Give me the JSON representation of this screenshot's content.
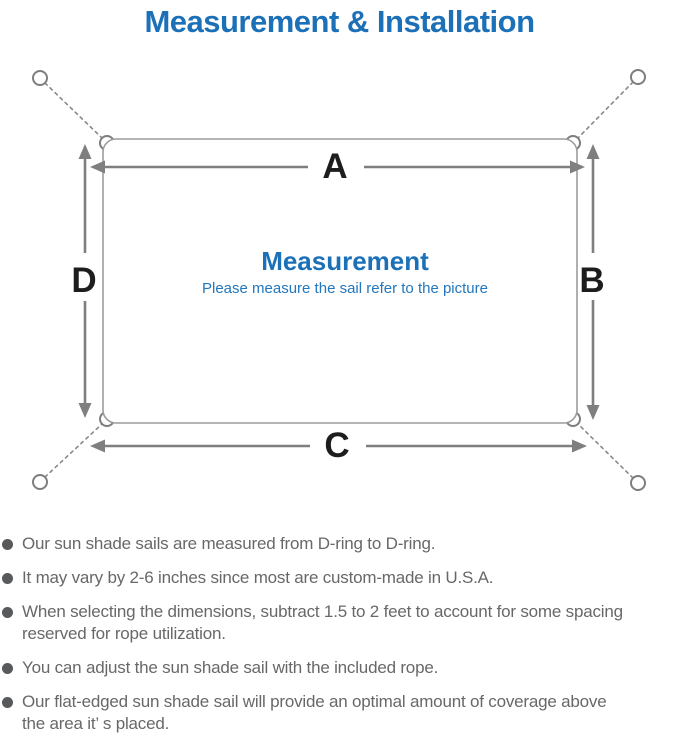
{
  "title": "Measurement & Installation",
  "diagram": {
    "side_labels": {
      "top": "A",
      "right": "B",
      "bottom": "C",
      "left": "D"
    },
    "center_heading": "Measurement",
    "center_subheading": "Please measure the sail refer to the picture"
  },
  "colors": {
    "title_blue": "#1b70b8",
    "subheading_blue": "#2277bd",
    "label_black": "#1d1d1d",
    "sail_outline_gray": "#9c9c9c",
    "arrow_gray": "#7f7f7f",
    "note_text_gray": "#686868",
    "note_bullet_gray": "#58595b"
  },
  "notes": [
    {
      "text": "Our sun shade sails are measured from D-ring to D-ring."
    },
    {
      "text": "It may vary by 2-6 inches since most are custom-made in U.S.A."
    },
    {
      "text": "When selecting the dimensions, subtract 1.5 to 2 feet to account for some spacing\nreserved for rope utilization."
    },
    {
      "text": "You can adjust the sun shade sail with the included rope."
    },
    {
      "text": "Our flat-edged sun shade sail will provide an optimal amount of coverage above\nthe area it’ s placed."
    }
  ]
}
